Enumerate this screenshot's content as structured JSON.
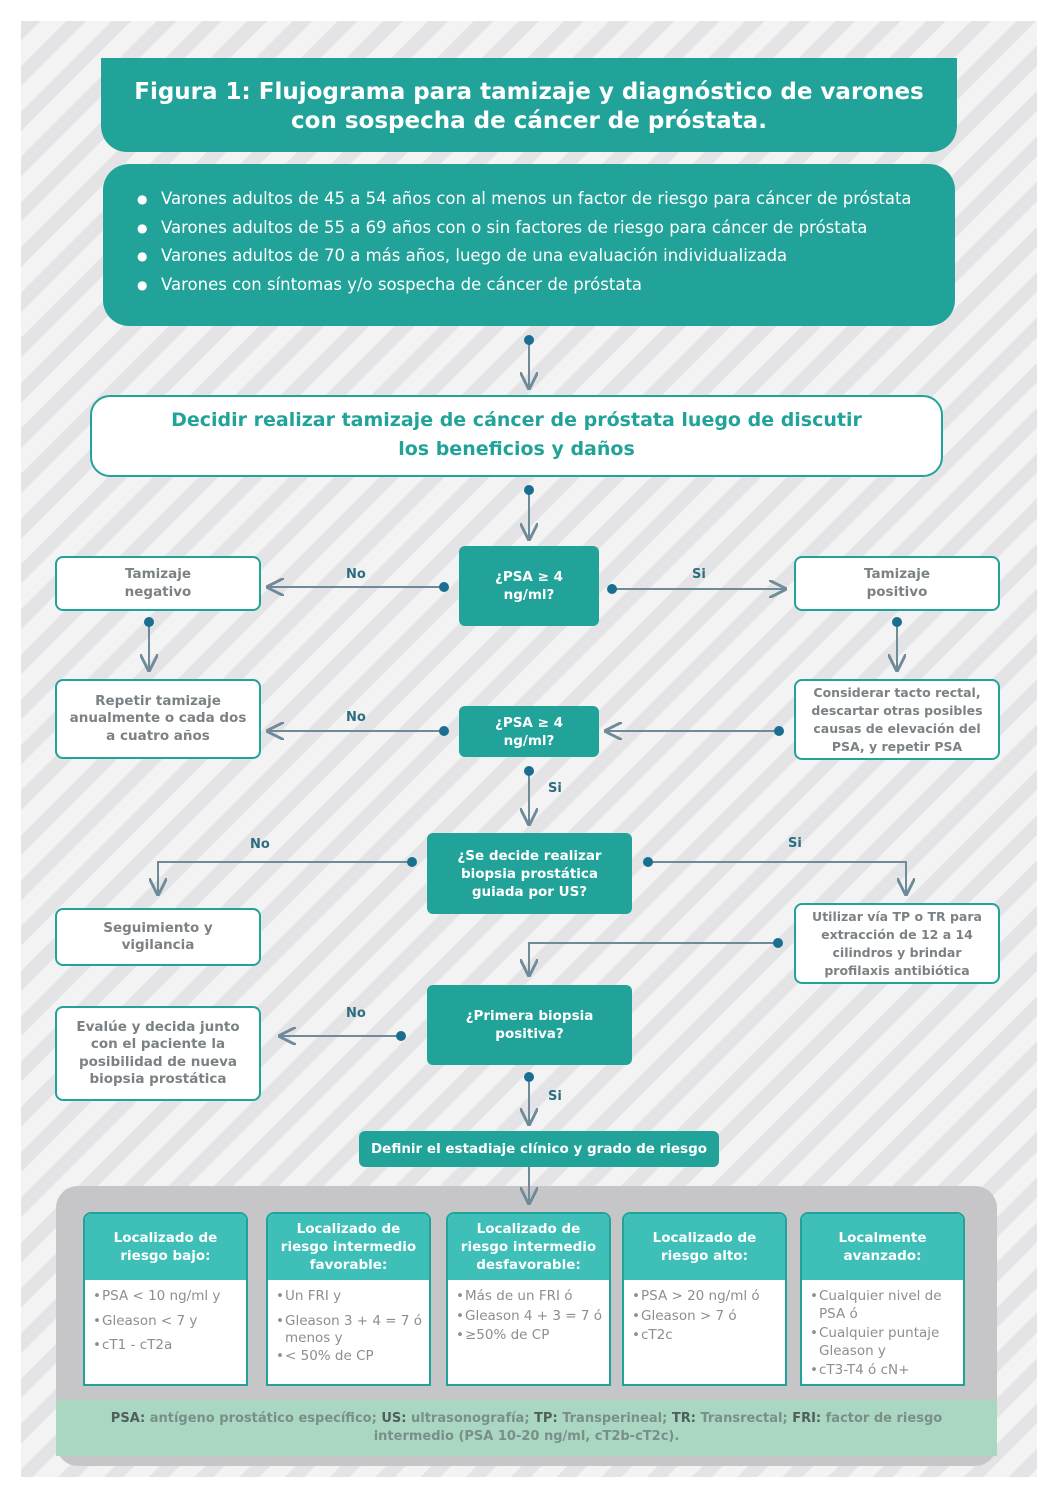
{
  "title": {
    "line1": "Figura 1: Flujograma para tamizaje y diagnóstico de varones",
    "line2": "con sospecha de cáncer de próstata."
  },
  "criteria": [
    "Varones adultos de 45 a 54 años con al menos un factor de riesgo para cáncer de próstata",
    "Varones adultos de 55 a 69 años con o sin factores de riesgo para cáncer de próstata",
    "Varones adultos de 70 a más años, luego de una evaluación individualizada",
    "Varones con síntomas y/o sospecha de cáncer de próstata"
  ],
  "decide": {
    "line1": "Decidir realizar tamizaje de cáncer de próstata luego de discutir",
    "line2": "los beneficios y daños"
  },
  "q_psa1": "¿PSA ≥ 4 ng/ml?",
  "q_psa2": "¿PSA ≥ 4 ng/ml?",
  "q_biopsy": "¿Se decide realizar biopsia prostática guiada por US?",
  "q_first_biopsy": "¿Primera biopsia positiva?",
  "screen_negative": "Tamizaje negativo",
  "screen_positive": "Tamizaje positivo",
  "repeat_screening": "Repetir tamizaje anualmente o cada dos a cuatro años",
  "consider_dre": "Considerar tacto rectal, descartar otras posibles causas de elevación del PSA, y repetir PSA",
  "follow_up": "Seguimiento y vigilancia",
  "use_tp_tr": "Utilizar vía TP o TR para extracción de 12 a 14 cilindros y brindar profilaxis antibiótica",
  "evaluate": "Evalúe y decida junto con el paciente la posibilidad de nueva biopsia prostática",
  "define_staging": "Definir el estadiaje clínico y grado de riesgo",
  "labels": {
    "no": "No",
    "si": "Si"
  },
  "categories": [
    {
      "title": "Localizado de riesgo bajo:",
      "items": [
        "PSA < 10 ng/ml y",
        "Gleason < 7 y",
        "cT1 - cT2a"
      ]
    },
    {
      "title": "Localizado de riesgo intermedio favorable:",
      "items": [
        "Un FRI y",
        "Gleason 3 + 4 = 7 ó menos y",
        "< 50% de CP"
      ]
    },
    {
      "title": "Localizado de riesgo intermedio desfavorable:",
      "items": [
        "Más de un FRI ó",
        "Gleason 4 + 3 = 7 ó",
        "≥50% de CP"
      ]
    },
    {
      "title": "Localizado de riesgo alto:",
      "items": [
        "PSA > 20 ng/ml ó",
        "Gleason > 7 ó",
        "cT2c"
      ]
    },
    {
      "title": "Localmente avanzado:",
      "items": [
        "Cualquier nivel de PSA ó",
        "Cualquier puntaje Gleason y",
        "cT3-T4 ó cN+"
      ]
    }
  ],
  "footnote": {
    "psa_abbr": "PSA:",
    "psa_def": "antígeno prostático específico;",
    "us_abbr": "US:",
    "us_def": "ultrasonografía;",
    "tp_abbr": "TP:",
    "tp_def": "Transperineal;",
    "tr_abbr": "TR:",
    "tr_def": "Transrectal;",
    "fri_abbr": "FRI:",
    "fri_def": "factor de riesgo intermedio (PSA 10-20 ng/ml, cT2b-cT2c)."
  },
  "colors": {
    "teal": "#22a39a",
    "teal_light": "#3ebfb8",
    "line": "#6f8a99",
    "dot": "#1a6e8f"
  }
}
